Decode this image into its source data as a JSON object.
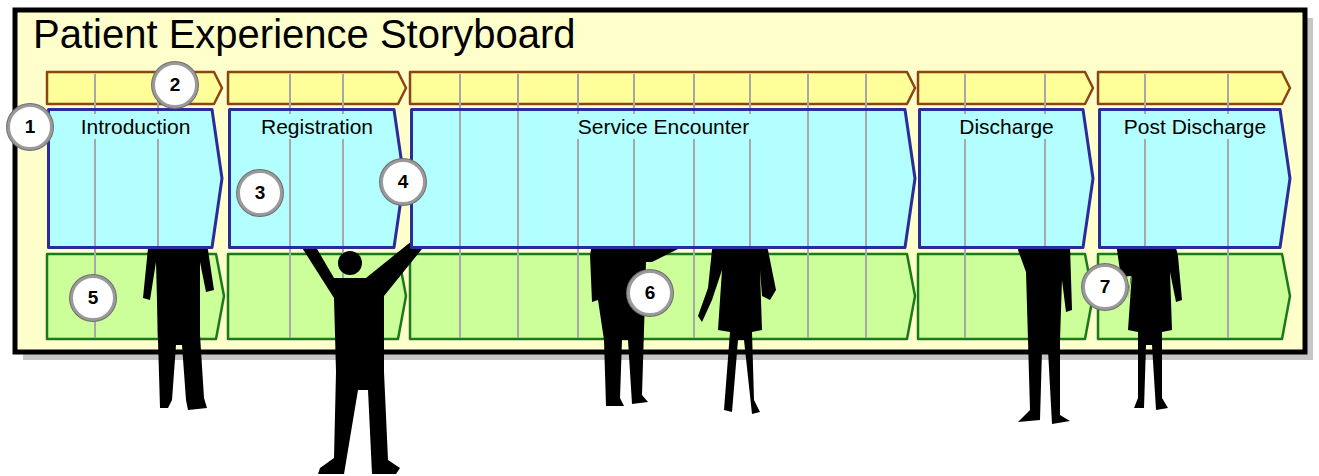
{
  "diagram": {
    "title": "Patient Experience Storyboard",
    "nodes": [
      {
        "text": [
          "Introduction"
        ]
      },
      {
        "text": [
          "Registration"
        ]
      },
      {
        "text": [
          "Service Encounter"
        ]
      },
      {
        "text": [
          "Discharge"
        ]
      },
      {
        "text": [
          "Post Discharge"
        ]
      }
    ],
    "labels": [
      "1",
      "2",
      "3",
      "4",
      "5",
      "6",
      "7"
    ]
  }
}
